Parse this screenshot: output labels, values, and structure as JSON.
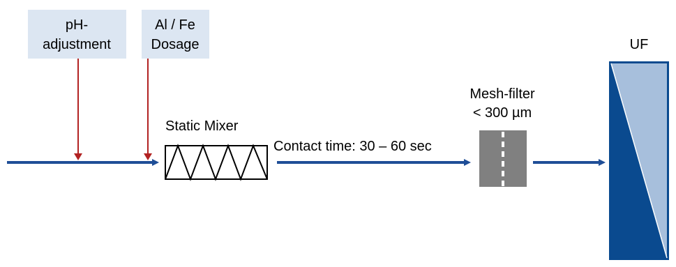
{
  "labels": {
    "ph_adjustment": [
      "pH-",
      "adjustment"
    ],
    "al_fe_dosage": [
      "Al / Fe",
      "Dosage"
    ],
    "static_mixer": "Static Mixer",
    "contact_time": "Contact time: 30 – 60 sec",
    "mesh_filter": [
      "Mesh-filter",
      "< 300 µm"
    ],
    "uf": "UF"
  },
  "colors": {
    "flow_line": "#1f4e97",
    "dosing_arrow": "#b22222",
    "label_box": "#dce6f2",
    "mesh_filter": "#808080",
    "uf_dark": "#0a4a8f",
    "uf_light": "#a7bfdc"
  }
}
